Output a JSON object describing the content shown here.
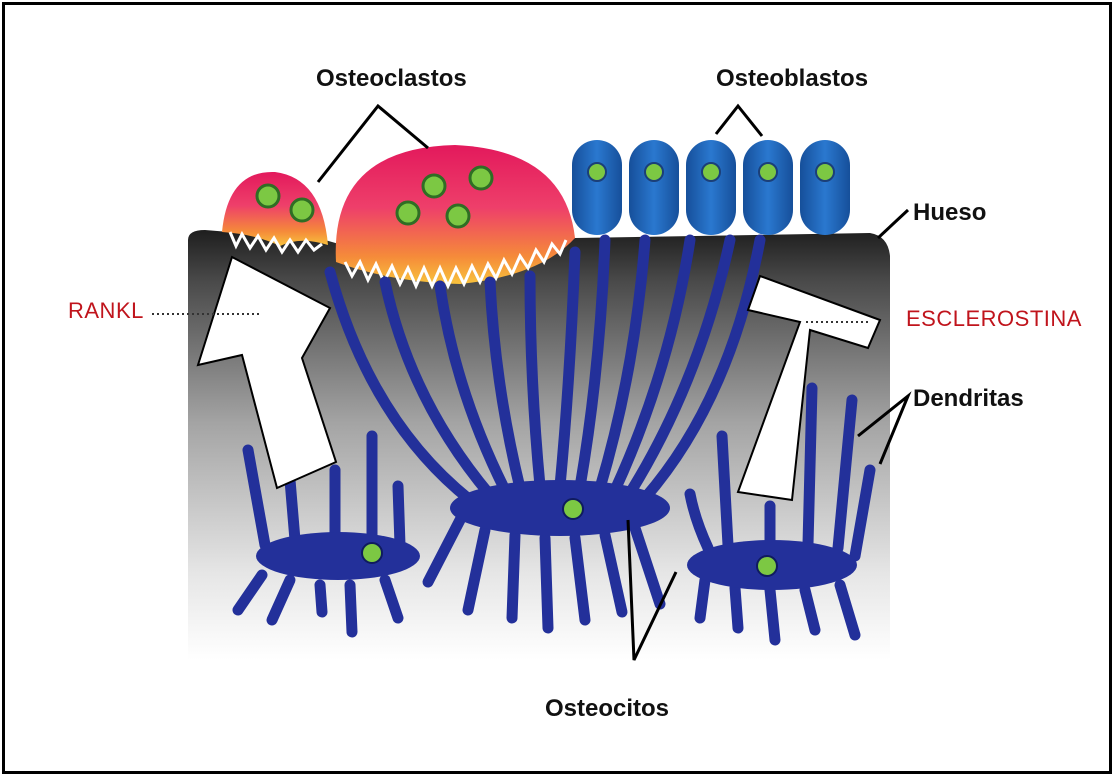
{
  "labels": {
    "osteoclastos": "Osteoclastos",
    "osteoblastos": "Osteoblastos",
    "hueso": "Hueso",
    "rankl": "RANKL",
    "esclerostina": "ESCLEROSTINA",
    "dendritas": "Dendritas",
    "osteocitos": "Osteocitos"
  },
  "colors": {
    "dendrite": "#23309a",
    "nucleus": "#7cc843",
    "osteoblast": "#1f63b8",
    "osteoclast_top": "#e0205a",
    "osteoclast_bottom": "#f7b23b",
    "bone_dark": "#2a2a2a",
    "signal_text": "#c0141c"
  }
}
